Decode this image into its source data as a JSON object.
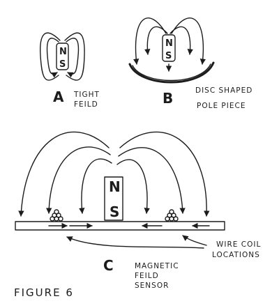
{
  "panel_a": {
    "letter": "A",
    "caption_line1": "TIGHT",
    "caption_line2": "FEILD",
    "pole_n": "N",
    "pole_s": "S"
  },
  "panel_b": {
    "letter": "B",
    "caption_line1": "DISC SHAPED",
    "caption_line2": "POLE PIECE",
    "pole_n": "N",
    "pole_s": "S"
  },
  "panel_c": {
    "letter": "C",
    "caption_line1": "MAGNETIC",
    "caption_line2": "FEILD",
    "caption_line3": "SENSOR",
    "pole_n": "N",
    "pole_s": "S",
    "coil_label_line1": "WIRE COIL",
    "coil_label_line2": "LOCATIONS"
  },
  "figure_label": "FIGURE 6",
  "colors": {
    "ink": "#1c1c1c",
    "paper": "#ffffff"
  }
}
